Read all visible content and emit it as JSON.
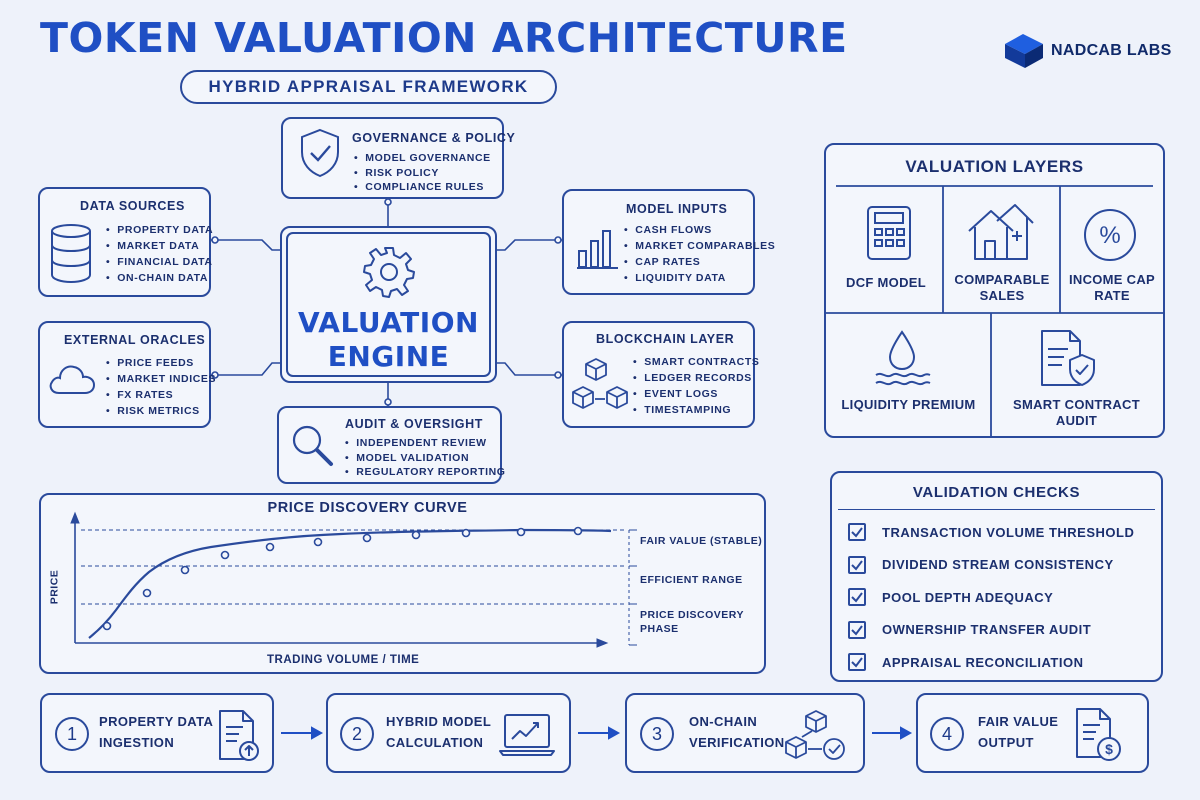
{
  "header": {
    "title": "TOKEN VALUATION ARCHITECTURE",
    "subtitle": "HYBRID APPRAISAL FRAMEWORK",
    "brand": "NADCAB LABS"
  },
  "engine": {
    "line1": "VALUATION",
    "line2": "ENGINE",
    "icon": "gear-icon"
  },
  "governance": {
    "title": "GOVERNANCE & POLICY",
    "icon": "shield-check-icon",
    "items": [
      "MODEL GOVERNANCE",
      "RISK POLICY",
      "COMPLIANCE RULES"
    ]
  },
  "data_sources": {
    "title": "DATA SOURCES",
    "icon": "database-icon",
    "items": [
      "PROPERTY DATA",
      "MARKET DATA",
      "FINANCIAL DATA",
      "ON-CHAIN DATA"
    ]
  },
  "external_oracles": {
    "title": "EXTERNAL ORACLES",
    "icon": "cloud-icon",
    "items": [
      "PRICE FEEDS",
      "MARKET INDICES",
      "FX RATES",
      "RISK METRICS"
    ]
  },
  "model_inputs": {
    "title": "MODEL INPUTS",
    "icon": "bar-chart-icon",
    "items": [
      "CASH FLOWS",
      "MARKET COMPARABLES",
      "CAP RATES",
      "LIQUIDITY DATA"
    ]
  },
  "blockchain_layer": {
    "title": "BLOCKCHAIN LAYER",
    "icon": "blocks-icon",
    "items": [
      "SMART CONTRACTS",
      "LEDGER RECORDS",
      "EVENT LOGS",
      "TIMESTAMPING"
    ]
  },
  "audit": {
    "title": "AUDIT & OVERSIGHT",
    "icon": "magnifier-icon",
    "items": [
      "INDEPENDENT REVIEW",
      "MODEL VALIDATION",
      "REGULATORY REPORTING"
    ]
  },
  "valuation_layers": {
    "title": "VALUATION LAYERS",
    "tiles": [
      {
        "label": "DCF MODEL",
        "icon": "calculator-icon"
      },
      {
        "label": "COMPARABLE SALES",
        "icon": "houses-icon"
      },
      {
        "label": "INCOME CAP RATE",
        "icon": "percent-icon"
      },
      {
        "label": "LIQUIDITY PREMIUM",
        "icon": "water-drop-icon"
      },
      {
        "label": "SMART CONTRACT AUDIT",
        "icon": "document-shield-icon"
      }
    ]
  },
  "price_curve": {
    "title": "PRICE DISCOVERY CURVE",
    "ylabel": "PRICE",
    "xlabel": "TRADING VOLUME / TIME",
    "zones": [
      "FAIR VALUE (STABLE)",
      "EFFICIENT RANGE",
      "PRICE DISCOVERY PHASE"
    ]
  },
  "validation_checks": {
    "title": "VALIDATION CHECKS",
    "items": [
      "TRANSACTION VOLUME THRESHOLD",
      "DIVIDEND STREAM CONSISTENCY",
      "POOL DEPTH ADEQUACY",
      "OWNERSHIP TRANSFER AUDIT",
      "APPRAISAL RECONCILIATION"
    ]
  },
  "process_steps": [
    {
      "num": "1",
      "line1": "PROPERTY DATA",
      "line2": "INGESTION",
      "icon": "document-upload-icon"
    },
    {
      "num": "2",
      "line1": "HYBRID MODEL",
      "line2": "CALCULATION",
      "icon": "laptop-chart-icon"
    },
    {
      "num": "3",
      "line1": "ON-CHAIN",
      "line2": "VERIFICATION",
      "icon": "blocks-check-icon"
    },
    {
      "num": "4",
      "line1": "FAIR VALUE",
      "line2": "OUTPUT",
      "icon": "document-dollar-icon"
    }
  ],
  "colors": {
    "accent": "#1f4fc4",
    "line": "#2a4a9c",
    "background": "#eef2fa"
  }
}
